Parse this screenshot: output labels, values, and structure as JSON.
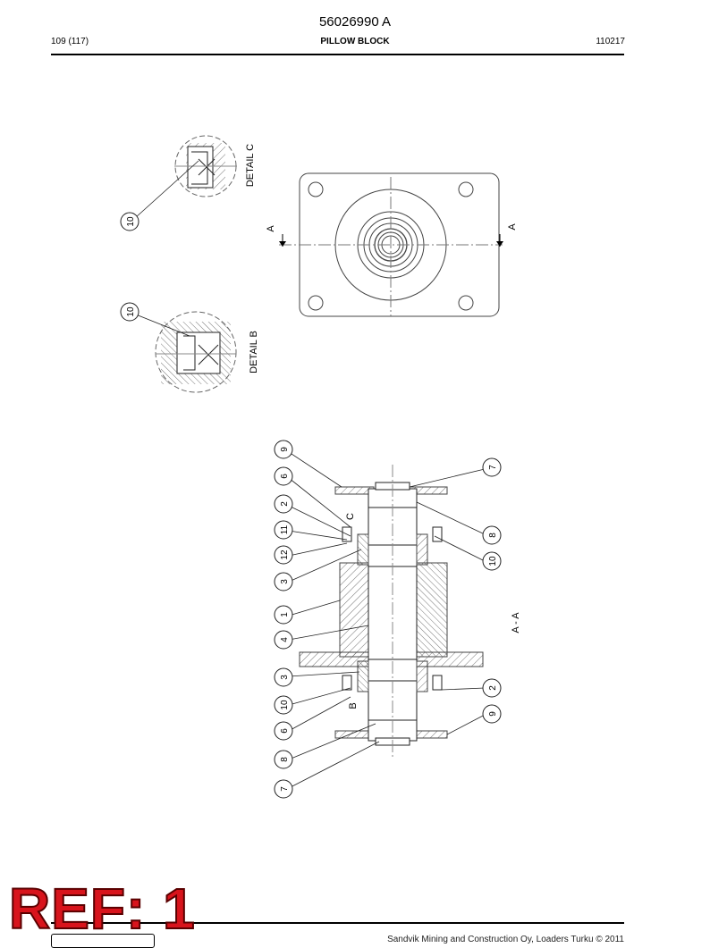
{
  "header": {
    "doc_number": "56026990 A",
    "page": "109 (117)",
    "title": "PILLOW BLOCK",
    "date": "110217"
  },
  "views": {
    "detail_c": "DETAIL C",
    "detail_b": "DETAIL B",
    "section_letter": "A",
    "section_label": "A - A",
    "marker_c": "C",
    "marker_b": "B"
  },
  "callouts": {
    "detail_c_10": "10",
    "detail_b_10": "10",
    "left": [
      "9",
      "6",
      "2",
      "11",
      "12",
      "3",
      "1",
      "4",
      "3",
      "10",
      "6",
      "8",
      "7"
    ],
    "right": [
      "7",
      "8",
      "10",
      "2",
      "9"
    ]
  },
  "footer": {
    "stamp": "REF: 1",
    "copyright": "Sandvik Mining and Construction Oy, Loaders Turku © 2011"
  }
}
